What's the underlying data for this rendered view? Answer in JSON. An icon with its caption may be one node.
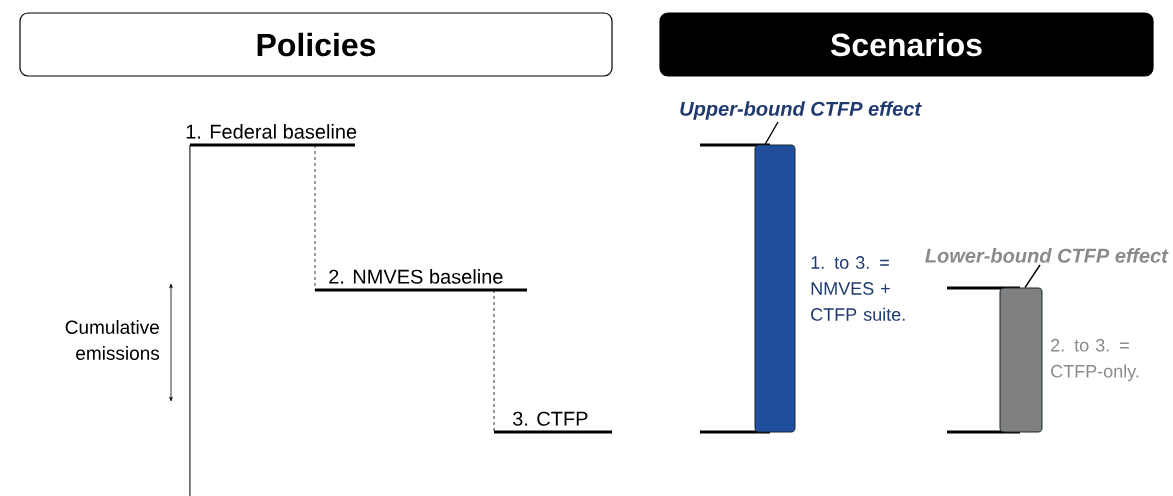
{
  "diagram": {
    "nodes": [
      {
        "text": [
          "Policies"
        ]
      },
      {
        "text": [
          "Scenarios"
        ]
      },
      {
        "text": [
          "1. Federal baseline"
        ]
      },
      {
        "text": [
          "2. NMVES baseline"
        ]
      },
      {
        "text": [
          "3. CTFP"
        ]
      },
      {
        "text": [
          "Upper-bound CTFP effect"
        ]
      },
      {
        "text": [],
        "shape": "bar",
        "beside": [
          "1. to 3. = NMVES + CTFP suite."
        ]
      },
      {
        "text": [
          "Lower-bound CTFP effect"
        ]
      },
      {
        "text": [],
        "shape": "bar",
        "beside": [
          "2. to 3. = CTFP-only."
        ]
      }
    ],
    "edges": [
      {
        "from": 2,
        "to": 3,
        "arrow": "none",
        "style": "dashed"
      },
      {
        "from": 3,
        "to": 4,
        "arrow": "none",
        "style": "dashed"
      },
      {
        "from": 5,
        "to": 6,
        "arrow": "none"
      },
      {
        "from": 7,
        "to": 8,
        "arrow": "none"
      }
    ],
    "labels": [
      "Cumulative emissions"
    ]
  }
}
